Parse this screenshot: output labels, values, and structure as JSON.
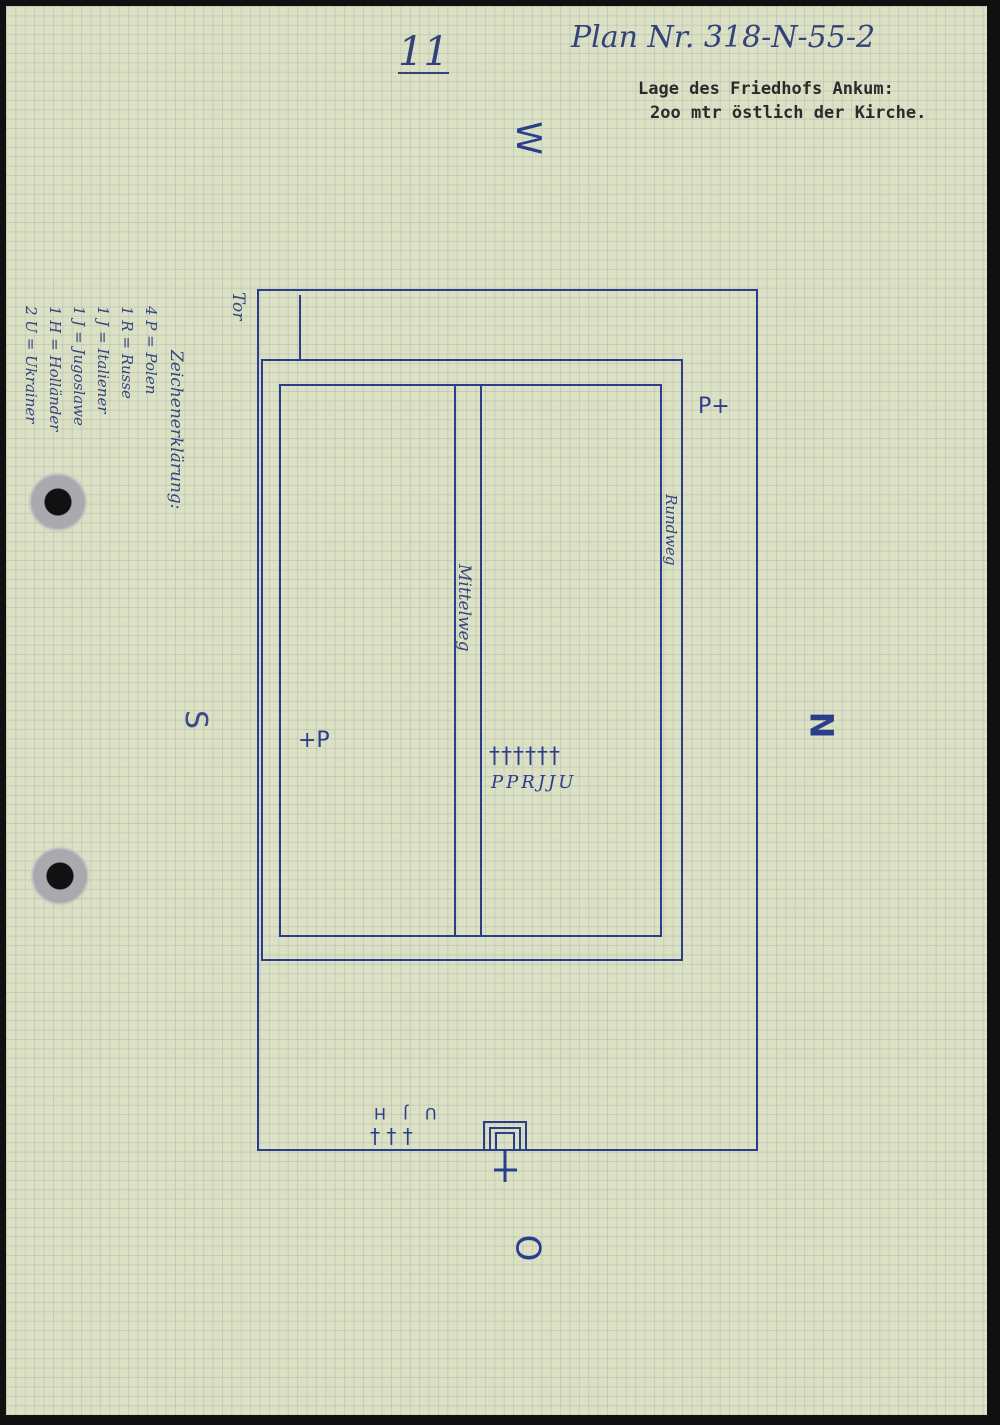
{
  "document": {
    "plan_number": "Plan Nr. 318-N-55-2",
    "sheet_number": "11",
    "location_line1": "Lage des Friedhofs Ankum:",
    "location_line2": "2oo mtr östlich der Kirche."
  },
  "compass": {
    "west": "W",
    "south": "S",
    "north": "N",
    "east": "O"
  },
  "labels": {
    "gate": "Tor",
    "middle_path": "Mittelweg",
    "circuit_path": "Rundweg"
  },
  "graves": {
    "right_corner": "P+",
    "left_field": "+P",
    "crosses_center": "††††††",
    "nationalities_center": "PPRJJU",
    "bottom_labels": "U J H",
    "bottom_crosses": "† † †"
  },
  "legend": {
    "title": "Zeichenerklärung:",
    "entries": [
      "4 P = Polen",
      "1 R = Russe",
      "1 J = Italiener",
      "1 J = Jugoslawe",
      "1 H = Holländer",
      "2 U = Ukrainer"
    ]
  },
  "colors": {
    "paper": "#dde1c3",
    "ink": "#2a3e8c",
    "typewriter": "#2b2b2b"
  }
}
